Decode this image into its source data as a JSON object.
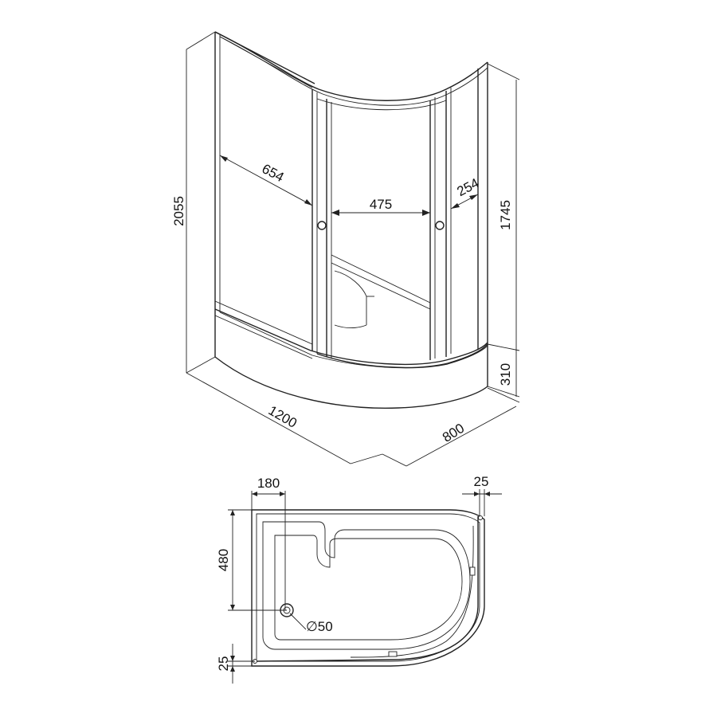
{
  "drawing": {
    "colors": {
      "line": "#222222",
      "background": "#ffffff"
    },
    "elevation_view": {
      "dims": {
        "total_height": "2055",
        "panel_height": "1745",
        "tray_height": "310",
        "width": "1200",
        "depth": "800",
        "side_panel_width": "654",
        "door_opening": "475",
        "curved_panel_width": "254"
      }
    },
    "plan_view": {
      "dims": {
        "step_width": "180",
        "frame_offset_right": "25",
        "step_depth": "480",
        "drain_diameter": "∅50",
        "frame_offset_bottom": "25"
      }
    }
  }
}
